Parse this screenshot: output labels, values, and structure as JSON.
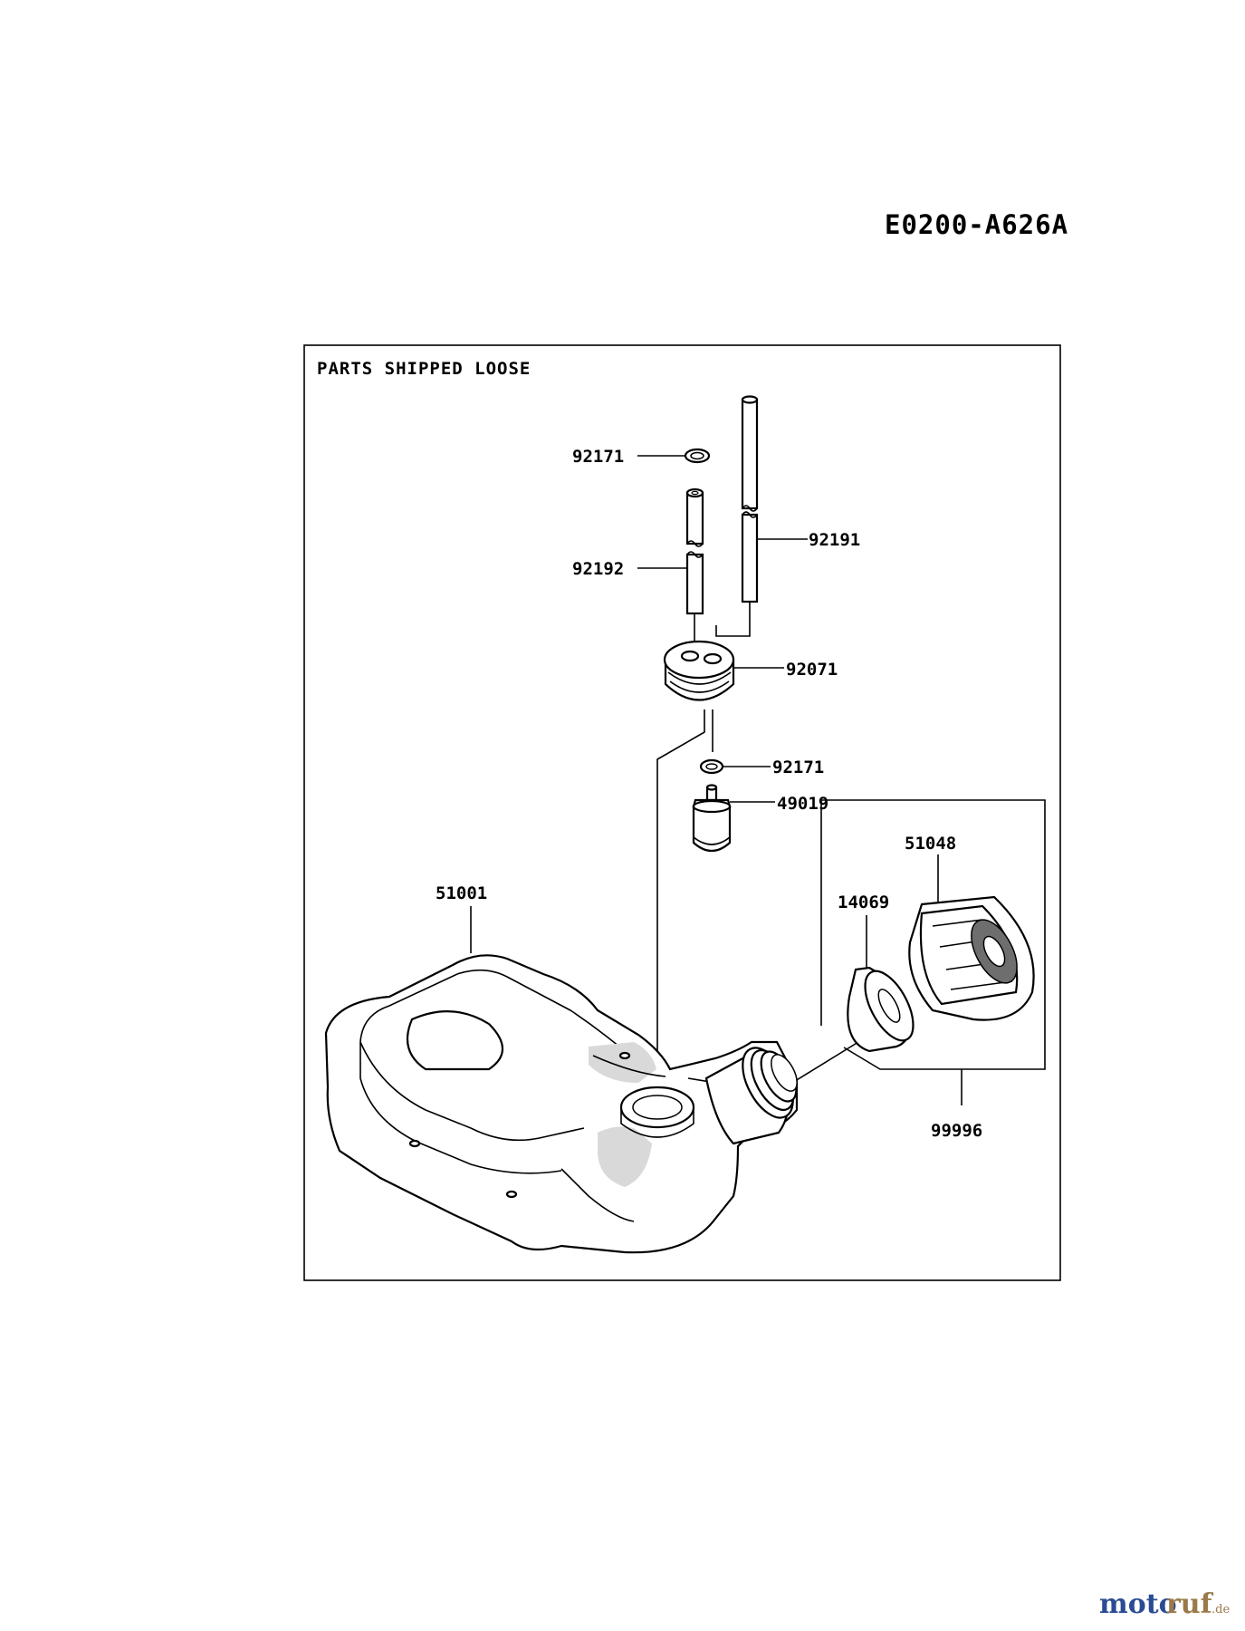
{
  "diagram_code": "E0200-A626A",
  "frame_title": "PARTS SHIPPED LOOSE",
  "parts": {
    "clip_top": "92171",
    "tube_long": "92191",
    "tube_short": "92192",
    "grommet": "92071",
    "clip_lower": "92171",
    "fuel_filter": "49019",
    "cap_assembly": "51048",
    "cap_gasket": "14069",
    "fuel_tank": "51001",
    "kit": "99996"
  },
  "watermark": {
    "moto": "moto",
    "ruf": "ruf",
    "tld": ".de"
  }
}
